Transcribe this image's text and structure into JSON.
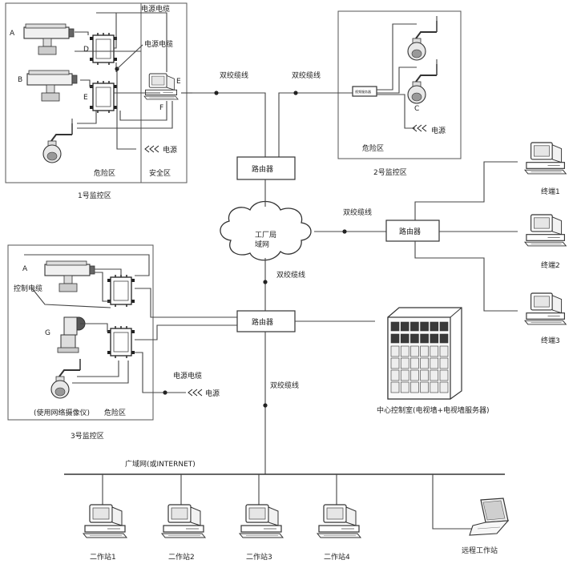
{
  "zones": {
    "zone1": {
      "title": "1号监控区",
      "danger": "危险区",
      "safe": "安全区",
      "power_cable_top": "电源电缆",
      "power_cable_mid": "电源电缆",
      "power": "电源",
      "letters": {
        "A": "A",
        "B": "B",
        "D": "D",
        "E": "E",
        "E2": "E",
        "F": "F"
      }
    },
    "zone2": {
      "title": "2号监控区",
      "danger": "危险区",
      "power": "电源",
      "server_label": "视频服务器",
      "letters": {
        "C": "C"
      }
    },
    "zone3": {
      "title": "3号监控区",
      "danger": "危险区",
      "control_cable": "控制电缆",
      "power_cable": "电源电缆",
      "power": "电源",
      "network_camera": "(使用网络摄像仪)",
      "letters": {
        "A": "A",
        "G": "G"
      }
    }
  },
  "network": {
    "routers": {
      "r1": "路由器",
      "r2": "路由器",
      "r3": "路由器"
    },
    "cloud": {
      "line1": "工厂局",
      "line2": "域网"
    },
    "twisted_pair": {
      "a": "双绞缆线",
      "b": "双绞缆线",
      "c": "双绞缆线",
      "d": "双绞缆线",
      "e": "双绞缆线"
    },
    "wan": "广域网(或INTERNET)"
  },
  "terminals": [
    "终端1",
    "终端2",
    "终端3"
  ],
  "control_room": "中心控制室(电视墙+电视墙服务器)",
  "workstations": [
    "二作站1",
    "二作站2",
    "二作站3",
    "二作站4"
  ],
  "remote_workstation": "远程工作站"
}
